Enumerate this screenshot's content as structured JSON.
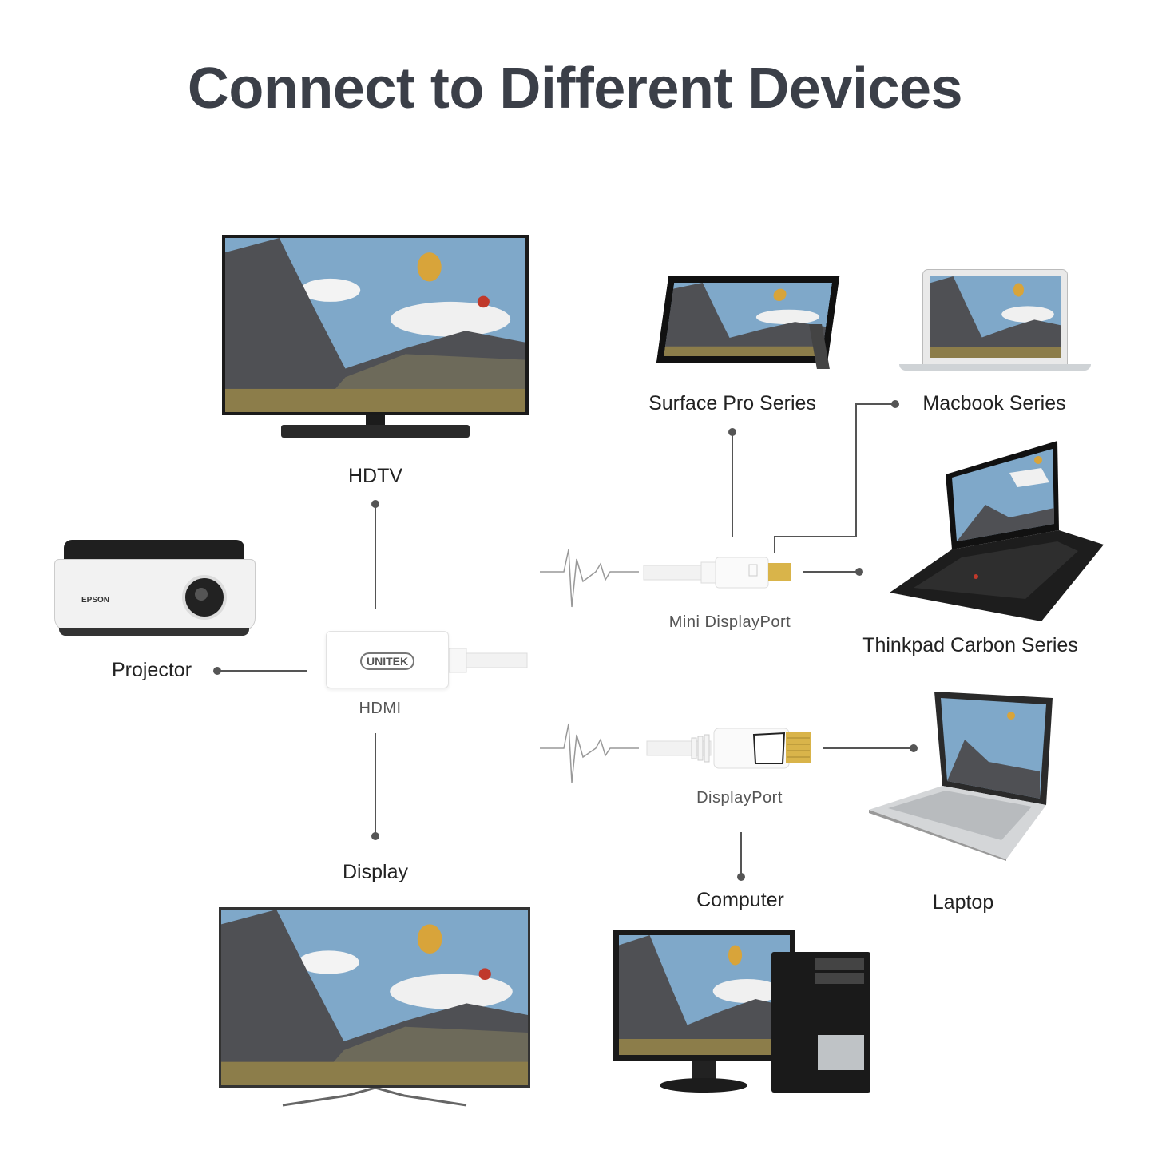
{
  "title": "Connect to Different Devices",
  "ports": {
    "hdmi": "HDMI",
    "mini_displayport": "Mini DisplayPort",
    "displayport": "DisplayPort"
  },
  "devices": {
    "hdtv": "HDTV",
    "projector": "Projector",
    "display": "Display",
    "surface": "Surface Pro Series",
    "macbook": "Macbook Series",
    "thinkpad": "Thinkpad Carbon Series",
    "computer": "Computer",
    "laptop": "Laptop"
  },
  "brand": {
    "adapter": "UNITEK",
    "projector": "EPSON"
  },
  "colors": {
    "title": "#3b3f48",
    "line": "#555555",
    "adapter_body": "#ffffff",
    "dp_gold": "#d9b44a"
  }
}
